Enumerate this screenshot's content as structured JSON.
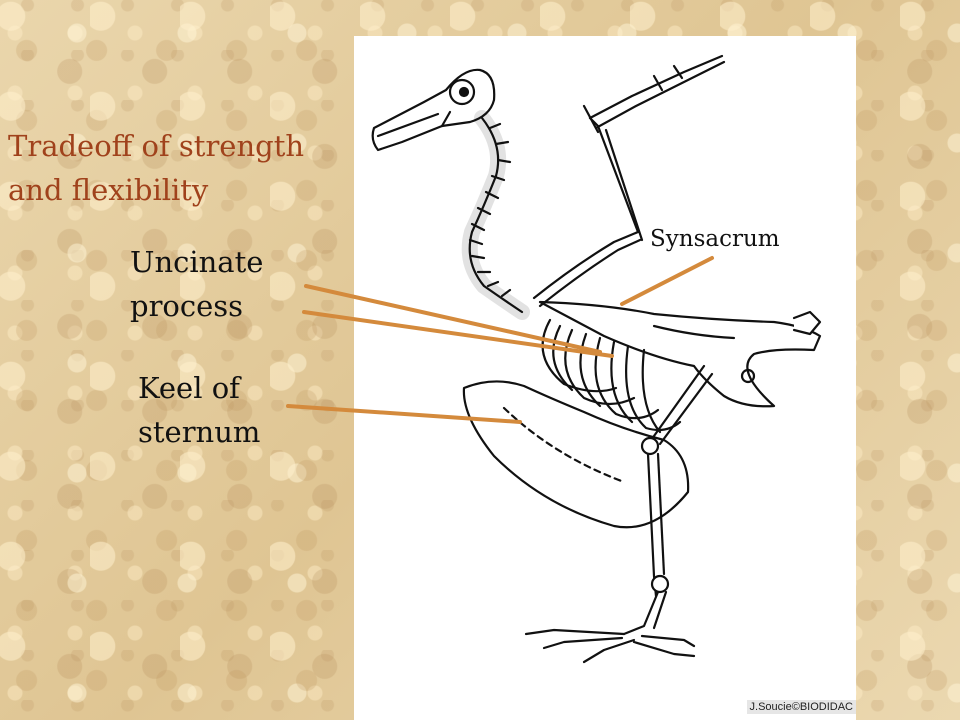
{
  "title": {
    "line1": "Tradeoff of strength",
    "line2": "and flexibility"
  },
  "labels": {
    "uncinate_line1": "Uncinate",
    "uncinate_line2": "process",
    "keel_line1": "Keel of",
    "keel_line2": "sternum",
    "synsacrum": "Synsacrum"
  },
  "credit": "J.Soucie©BIODIDAC",
  "colors": {
    "title": "#a0421c",
    "pointer": "#d48a3c",
    "background": "#e8d2a6"
  }
}
